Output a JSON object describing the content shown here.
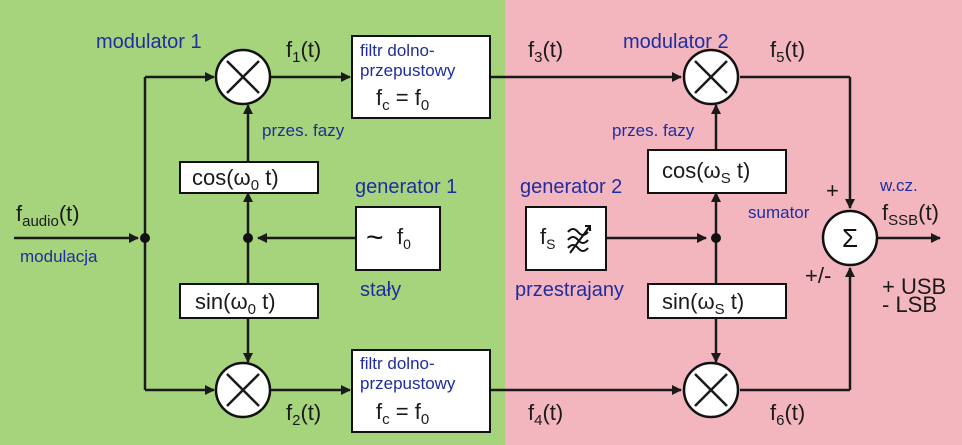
{
  "colors": {
    "left_bg": "#a6d47c",
    "right_bg": "#f3b6bf",
    "text_blue": "#1f2d9e",
    "line": "#1a1a1a"
  },
  "input": {
    "f": "f",
    "sub": "audio",
    "arg": "(t)",
    "label": "modulacja"
  },
  "modulator1": {
    "title": "modulator 1",
    "phase_label": "przes. fazy"
  },
  "modulator2": {
    "title": "modulator 2",
    "phase_label": "przes. fazy"
  },
  "signals": {
    "f1": {
      "f": "f",
      "sub": "1",
      "arg": "(t)"
    },
    "f2": {
      "f": "f",
      "sub": "2",
      "arg": "(t)"
    },
    "f3": {
      "f": "f",
      "sub": "3",
      "arg": "(t)"
    },
    "f4": {
      "f": "f",
      "sub": "4",
      "arg": "(t)"
    },
    "f5": {
      "f": "f",
      "sub": "5",
      "arg": "(t)"
    },
    "f6": {
      "f": "f",
      "sub": "6",
      "arg": "(t)"
    }
  },
  "filter_top": {
    "line1": "filtr dolno-",
    "line2": "przepustowy",
    "fc": "f",
    "fc_sub": "c",
    "eq": " = f",
    "f0_sub": "0"
  },
  "filter_bottom": {
    "line1": "filtr dolno-",
    "line2": "przepustowy",
    "fc": "f",
    "fc_sub": "c",
    "eq": " = f",
    "f0_sub": "0"
  },
  "cos0": {
    "pre": "cos(ω",
    "sub": "0",
    "post": " t)"
  },
  "sin0": {
    "pre": "sin(ω",
    "sub": "0",
    "post": " t)"
  },
  "cosS": {
    "pre": "cos(ω",
    "sub": "S",
    "post": " t)"
  },
  "sinS": {
    "pre": "sin(ω",
    "sub": "S",
    "post": " t)"
  },
  "generator1": {
    "title": "generator 1",
    "symbol": "~",
    "f": "f",
    "sub": "0",
    "note": "stały"
  },
  "generator2": {
    "title": "generator 2",
    "f": "f",
    "sub": "S",
    "note": "przestrajany"
  },
  "summer": {
    "label": "sumator",
    "symbol": "Σ",
    "plus": "+",
    "plusminus": "+/-"
  },
  "output": {
    "rf": "w.cz.",
    "f": "f",
    "sub": "SSB",
    "arg": "(t)",
    "usb": "+ USB",
    "lsb": "- LSB"
  }
}
